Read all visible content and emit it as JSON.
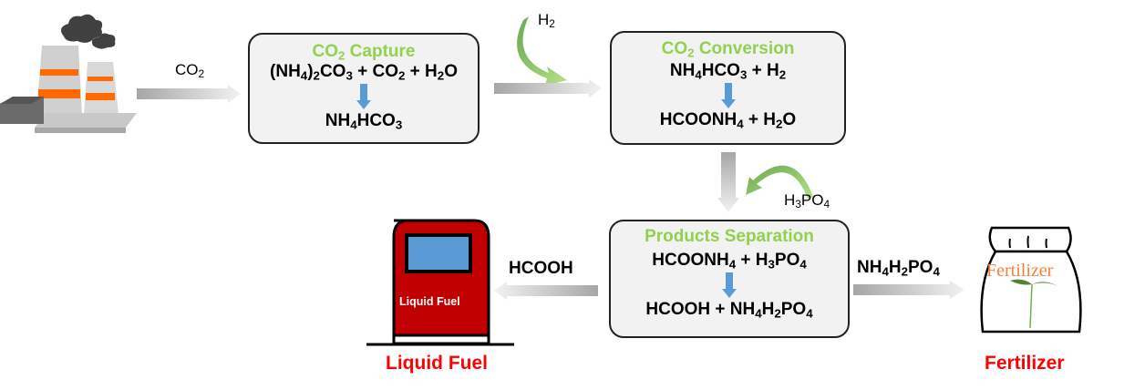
{
  "plant": {
    "icon": "power-plant-icon"
  },
  "stages": {
    "capture": {
      "title": {
        "a": "CO",
        "sub": "2",
        "b": " Capture"
      },
      "reactants": "(NH4)2CO3 + CO2 + H2O",
      "product": "NH4HCO3"
    },
    "conversion": {
      "title": {
        "a": "CO",
        "sub": "2",
        "b": " Conversion"
      },
      "reactants": "NH4HCO3 + H2",
      "product": "HCOONH4 + H2O"
    },
    "separation": {
      "title": "Products Separation",
      "reactants": "HCOONH4 + H3PO4",
      "product": "HCOOH + NH4H2PO4"
    }
  },
  "flows": {
    "co2": {
      "a": "CO",
      "sub": "2"
    },
    "h2": {
      "a": "H",
      "sub": "2"
    },
    "h3po4": "H3PO4",
    "hcooh": "HCOOH",
    "nh4h2po4": "NH4H2PO4"
  },
  "outputs": {
    "fuel": {
      "sign": "Liquid Fuel",
      "caption": "Liquid Fuel"
    },
    "fertilizer": {
      "bag": "Fertilizer",
      "caption": "Fertilizer"
    }
  },
  "colors": {
    "green": "#92d050",
    "red": "#ff0000",
    "blue_arrow": "#5b9bd5",
    "orange": "#ff6a00",
    "pump_red": "#c00000"
  }
}
